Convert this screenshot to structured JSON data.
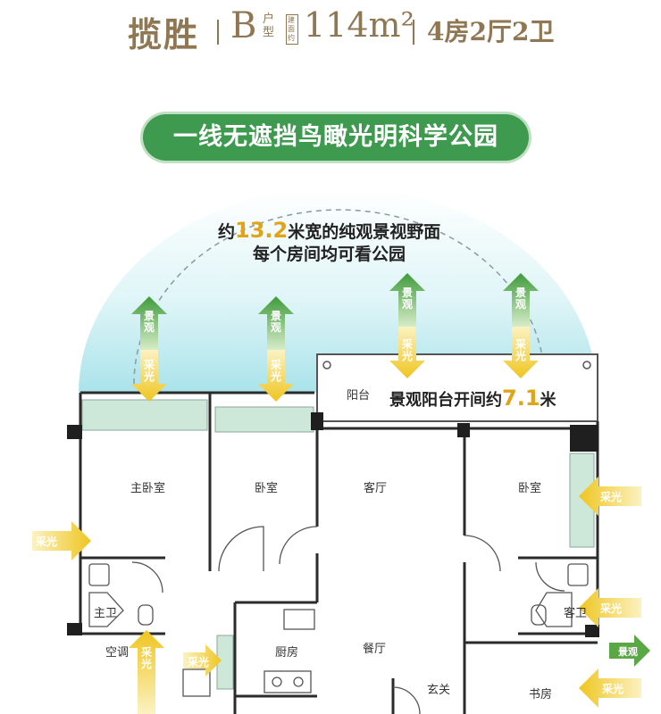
{
  "header": {
    "name": "揽胜",
    "type_letter": "B",
    "type_word": "户型",
    "area_tag": "建面约",
    "area": "114m²",
    "rooms": "4房2厅2卫"
  },
  "banner": "一线无遮挡鸟瞰光明科学公园",
  "notes": {
    "width_prefix": "约",
    "width_value": "13.2",
    "width_suffix": "米宽的纯观景视野面",
    "each_room": "每个房间均可看公园",
    "balcony_prefix": "景观阳台开间约",
    "balcony_value": "7.1",
    "balcony_suffix": "米"
  },
  "arrows": {
    "view": "景观",
    "light": "采光"
  },
  "rooms": {
    "balcony": "阳台",
    "master_bedroom": "主卧室",
    "bedroom_1": "卧室",
    "living_room": "客厅",
    "bedroom_2": "卧室",
    "master_bath": "主卫",
    "ac": "空调",
    "kitchen": "厨房",
    "dining": "餐厅",
    "foyer": "玄关",
    "guest_bath": "客卫",
    "study": "书房"
  },
  "colors": {
    "title": "#8e7752",
    "banner": "#3e9a4f",
    "sky": "#c9eef3",
    "view_arrow": "#5aa845",
    "light_arrow": "#f2cf3a",
    "highlight": "#e0a418",
    "glass": "#cde8d9"
  }
}
